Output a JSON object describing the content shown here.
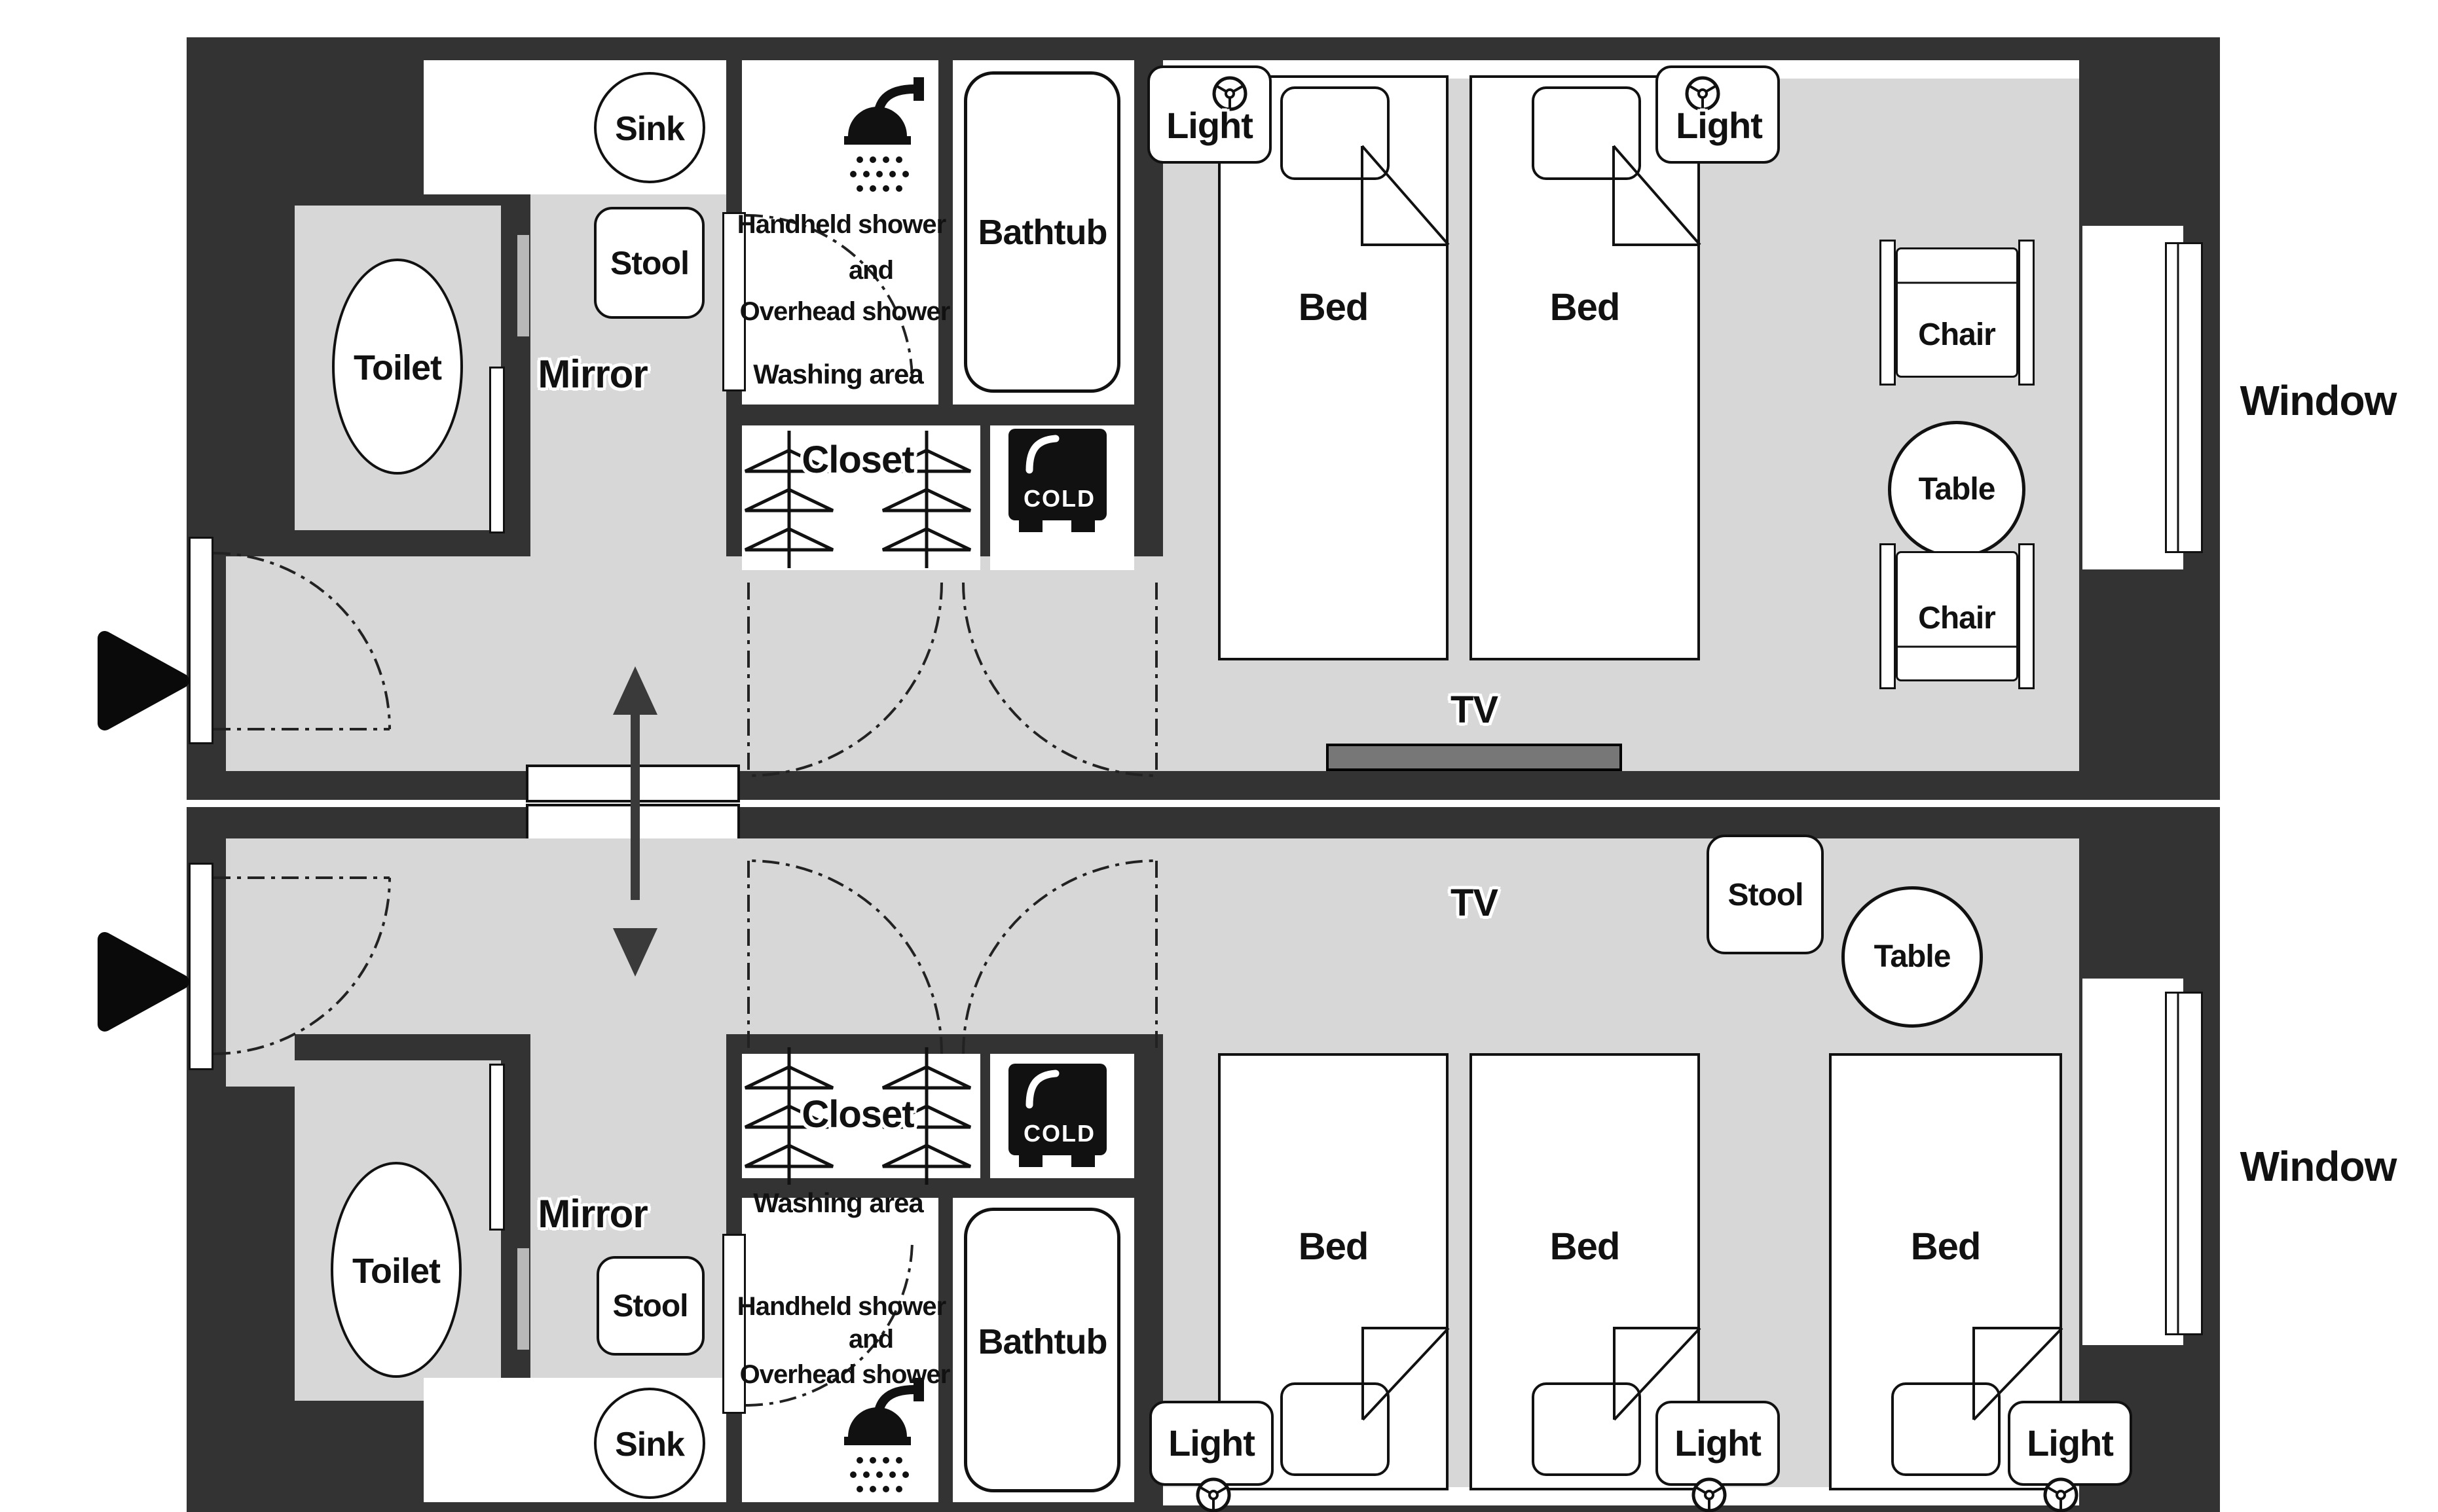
{
  "title": "Connecting hotel rooms floor plan",
  "colors": {
    "wall": "#333333",
    "floor": "#d7d7d7",
    "fixture": "#ffffff",
    "tv": "#777777",
    "mirror": "#b8b8b8",
    "line": "#111111"
  },
  "labels": {
    "sink": "Sink",
    "stool": "Stool",
    "toilet": "Toilet",
    "mirror": "Mirror",
    "handheld_shower": "Handheld shower",
    "and": "and",
    "overhead_shower": "Overhead shower",
    "washing_area": "Washing area",
    "bathtub": "Bathtub",
    "closet": "Closet",
    "cold": "COLD",
    "light": "Light",
    "bed": "Bed",
    "chair": "Chair",
    "table": "Table",
    "tv": "TV",
    "window": "Window"
  },
  "icons": {
    "shower": "shower-head-icon",
    "light": "ceiling-light-icon",
    "hanger": "coat-hanger-icon",
    "fridge": "mini-fridge-cold-icon",
    "entry": "entrance-arrow-icon",
    "connecting_door": "double-arrow-icon"
  },
  "rooms": {
    "top": {
      "fixtures": [
        "Sink",
        "Stool",
        "Toilet",
        "Mirror",
        "Washing area",
        "Bathtub",
        "Closet",
        "COLD",
        "Bed",
        "Bed",
        "Light",
        "Light",
        "Chair",
        "Table",
        "Chair",
        "TV",
        "Window"
      ]
    },
    "bottom": {
      "fixtures": [
        "TV",
        "Stool",
        "Table",
        "Closet",
        "COLD",
        "Washing area",
        "Bathtub",
        "Mirror",
        "Toilet",
        "Stool",
        "Sink",
        "Bed",
        "Bed",
        "Bed",
        "Light",
        "Light",
        "Light",
        "Window"
      ]
    }
  }
}
